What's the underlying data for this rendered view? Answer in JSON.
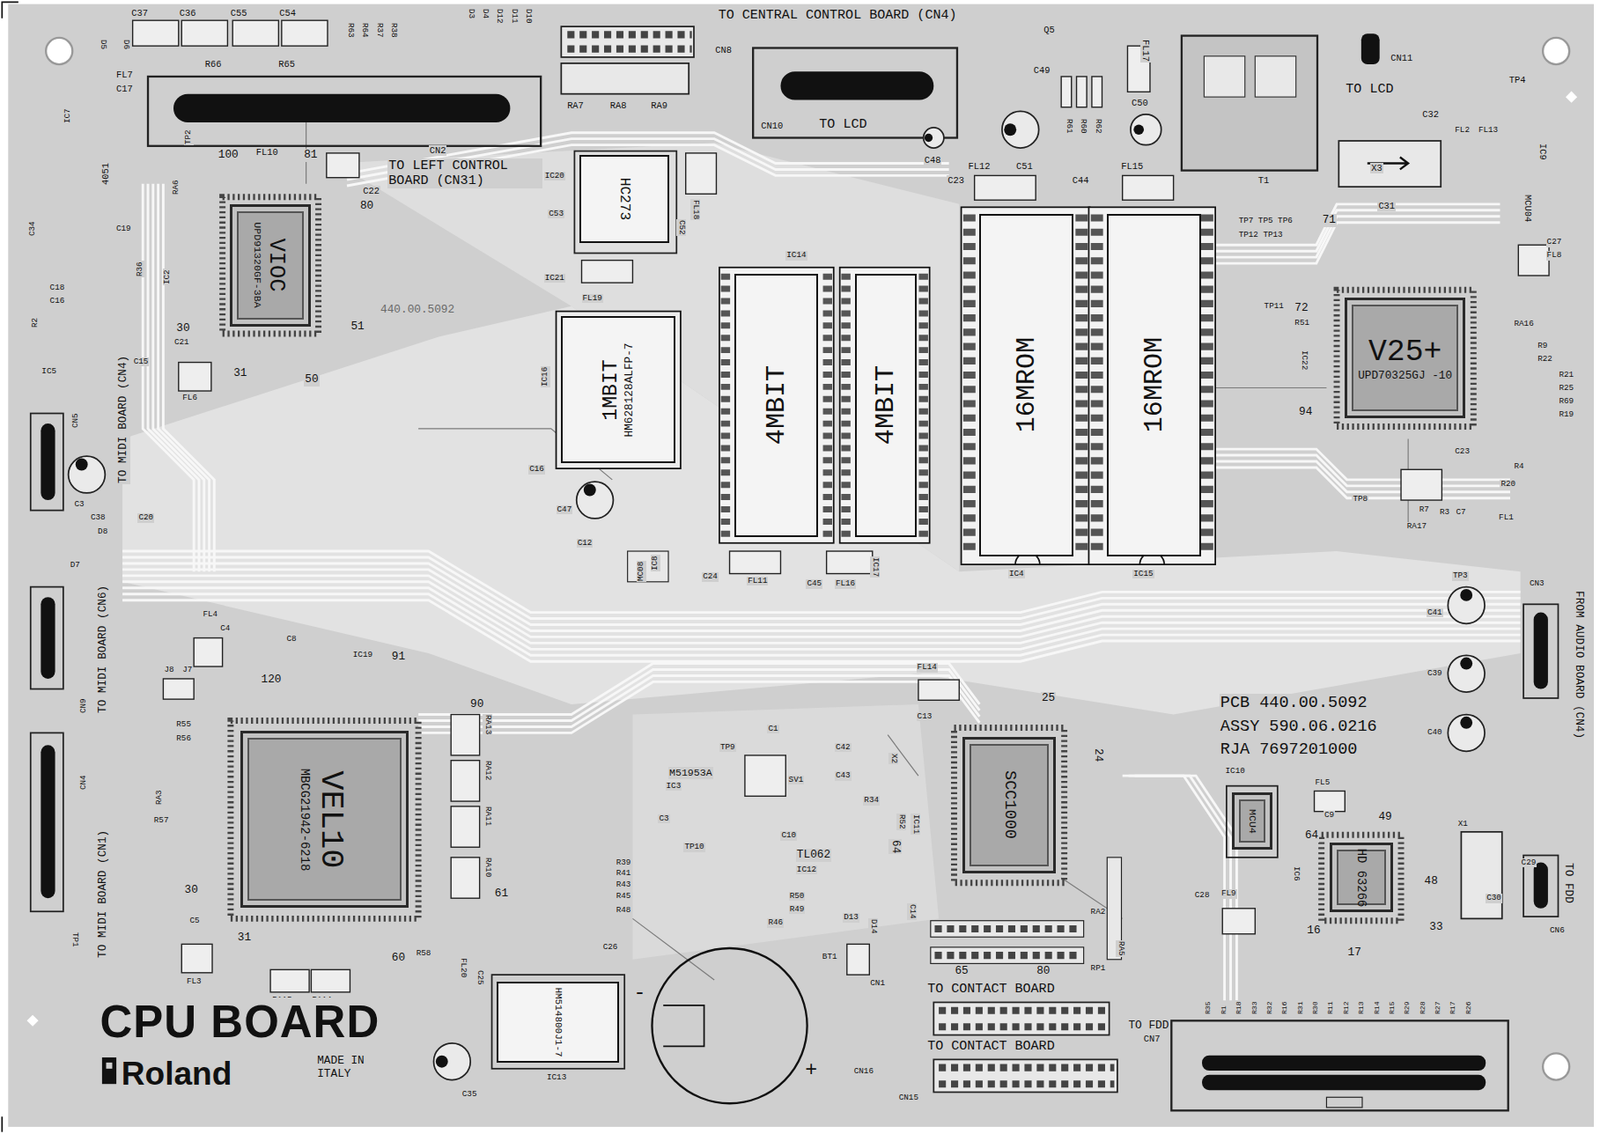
{
  "diagram": {
    "title": "CPU BOARD",
    "nodes": [
      {
        "text": [
          "VIOC",
          "UPD91320GF-3BA"
        ]
      },
      {
        "text": [
          "1MBIT",
          "HM628128ALFP-7"
        ]
      },
      {
        "text": [
          "4MBIT"
        ]
      },
      {
        "text": [
          "4MBIT"
        ]
      },
      {
        "text": [
          "16MROM"
        ]
      },
      {
        "text": [
          "16MROM"
        ]
      },
      {
        "text": [
          "V25+",
          "UPD70325GJ -10"
        ]
      },
      {
        "text": [
          "VEL10",
          "MBCG21942-6218"
        ]
      },
      {
        "text": [
          "SCC1000"
        ]
      },
      {
        "text": [
          "HD 63266"
        ]
      },
      {
        "text": [
          "HC273"
        ]
      },
      {
        "text": [
          "HM514800J1-7"
        ]
      },
      {
        "text": [
          "MCU4"
        ]
      }
    ],
    "labels": [
      "TO CENTRAL CONTROL BOARD (CN4)",
      "CN8",
      "RA7",
      "RA8",
      "RA9",
      "CN10",
      "TO LCD",
      "CN11",
      "TO LCD",
      "Q5",
      "FL17",
      "C49",
      "R61",
      "R60",
      "R62",
      "C50",
      "C48",
      "C51",
      "FL12",
      "C23",
      "C44",
      "FL15",
      "T1",
      "X3",
      "C32",
      "FL2",
      "FL13",
      "IC9",
      "C31",
      "TP4",
      "MCU04",
      "C27",
      "FL8",
      "TP7 TP5 TP6",
      "TP12 TP13",
      "TP11",
      "71",
      "72",
      "R51",
      "IC22",
      "94",
      "RA16",
      "R9",
      "R22",
      "R21",
      "R25",
      "R69",
      "R19",
      "C23",
      "R4",
      "R20",
      "R7",
      "R3",
      "C7",
      "FL1",
      "RA17",
      "TP8",
      "TP3",
      "C41",
      "C39",
      "C40",
      "CN3",
      "FROM AUDIO BOARD (CN4)",
      "PCB 440.00.5092",
      "ASSY 590.06.0216",
      "RJA 7697201000",
      "FL5",
      "C9",
      "49",
      "64",
      "X1",
      "48",
      "33",
      "16",
      "17",
      "C29",
      "C30",
      "CN6",
      "TO FDD",
      "IC10",
      "IC6",
      "C28",
      "FL9",
      "TO FDD",
      "CN7",
      "R35",
      "R1",
      "R18",
      "R33",
      "R32",
      "R16",
      "R31",
      "R30",
      "R11",
      "R12",
      "R13",
      "R14",
      "R15",
      "R29",
      "R28",
      "R27",
      "R17",
      "R26",
      "RA2",
      "RP1",
      "RA5",
      "65",
      "80",
      "TO CONTACT BOARD",
      "TO CONTACT BOARD",
      "CN1",
      "CN16",
      "CN15",
      "25",
      "24",
      "FL14",
      "C13",
      "C42",
      "C43",
      "X2",
      "R34",
      "R52",
      "IC11",
      "64",
      "C14",
      "TP9",
      "C1",
      "SV1",
      "M51953A",
      "IC3",
      "C3",
      "R39",
      "R41",
      "R43",
      "R45",
      "R48",
      "TP10",
      "C10",
      "TL062",
      "IC12",
      "R50",
      "R49",
      "R46",
      "D13",
      "D14",
      "BT1",
      "C26",
      "IC13",
      "C35",
      "FL20",
      "C25",
      "+",
      "-",
      "MADE IN ITALY",
      "Roland",
      "RA15",
      "RA14",
      "60",
      "R58",
      "31",
      "30",
      "C5",
      "FL3",
      "TP1",
      "IC19",
      "91",
      "120",
      "90",
      "61",
      "RA13",
      "RA12",
      "RA11",
      "RA10",
      "TO MIDI BOARD (CN1)",
      "CN4",
      "TO MIDI BOARD (CN6)",
      "CN9",
      "TO MIDI BOARD (CN4)",
      "CN5",
      "C3",
      "C38",
      "D8",
      "D7",
      "C20",
      "J8",
      "J7",
      "FL4",
      "C4",
      "C8",
      "R55",
      "R56",
      "RA3",
      "R57",
      "C37",
      "C36",
      "C55",
      "C54",
      "R63",
      "R64",
      "R37",
      "R38",
      "D3",
      "D4",
      "D12",
      "D11",
      "D10",
      "D5",
      "D6",
      "R66",
      "R65",
      "FL7",
      "C17",
      "IC7",
      "100",
      "FL10",
      "81",
      "CN2",
      "TO LEFT CONTROL BOARD (CN31)",
      "C22",
      "80",
      "TP2",
      "RA6",
      "4051",
      "C34",
      "C19",
      "C18",
      "C16",
      "R2",
      "R36",
      "IC2",
      "30",
      "C21",
      "C15",
      "IC5",
      "FL6",
      "31",
      "50",
      "51",
      "440.00.5092",
      "C16",
      "C47",
      "C12",
      "MC08",
      "IC8",
      "C24",
      "FL11",
      "C45",
      "FL16",
      "IC17",
      "IC4",
      "IC15",
      "IC14",
      "IC16",
      "IC20",
      "C53",
      "IC21",
      "FL19",
      "FL18",
      "C52"
    ]
  }
}
